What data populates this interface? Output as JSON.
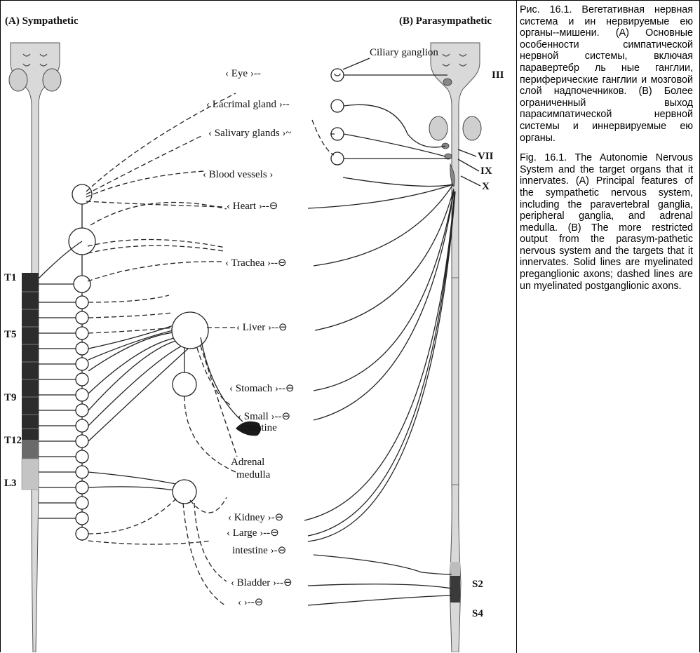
{
  "headers": {
    "sympathetic": "(A) Sympathetic",
    "parasympathetic": "(B) Parasympathetic"
  },
  "ganglion_label": "Ciliary ganglion",
  "organs": {
    "eye": "Eye",
    "lacrimal": "Lacrimal gland",
    "salivary": "Salivary glands",
    "blood": "Blood vessels",
    "heart": "Heart",
    "trachea": "Trachea",
    "liver": "Liver",
    "stomach": "Stomach",
    "small1": "Small",
    "small2": "intestine",
    "adrenal1": "Adrenal",
    "adrenal2": "medulla",
    "kidney": "Kidney",
    "large1": "Large",
    "large2": "intestine",
    "bladder": "Bladder"
  },
  "spinal_levels": {
    "t1": "T1",
    "t5": "T5",
    "t9": "T9",
    "t12": "T12",
    "l3": "L3"
  },
  "cranial_nerves": {
    "iii": "III",
    "vii": "VII",
    "ix": "IX",
    "x": "X"
  },
  "sacral_levels": {
    "s2": "S2",
    "s4": "S4"
  },
  "caption": {
    "russian": "Рис. 16.1. Вегетативная нервная система и ин нервируемые ею органы--мишени. (А) Основные особенности симпатической нервной системы, включая паравертебр ль ные ганглии, периферические ганглии и мозговой слой надпочечников. (В) Более ограниченный выход парасимпатической нервной системы и иннервируемые ею органы.",
    "english": "Fig. 16.1. The Autonomie Nervous System and the target organs that it innervates. (A) Principal features of the sympathetic nervous system, including the paravertebral ganglia, peripheral ganglia, and adrenal medulla. (B) The more restricted output from the parasym-pathetic nervous system and the targets that it innervates. Solid lines are myelinated preganglionic axons; dashed lines are un myelinated postganglionic axons."
  }
}
